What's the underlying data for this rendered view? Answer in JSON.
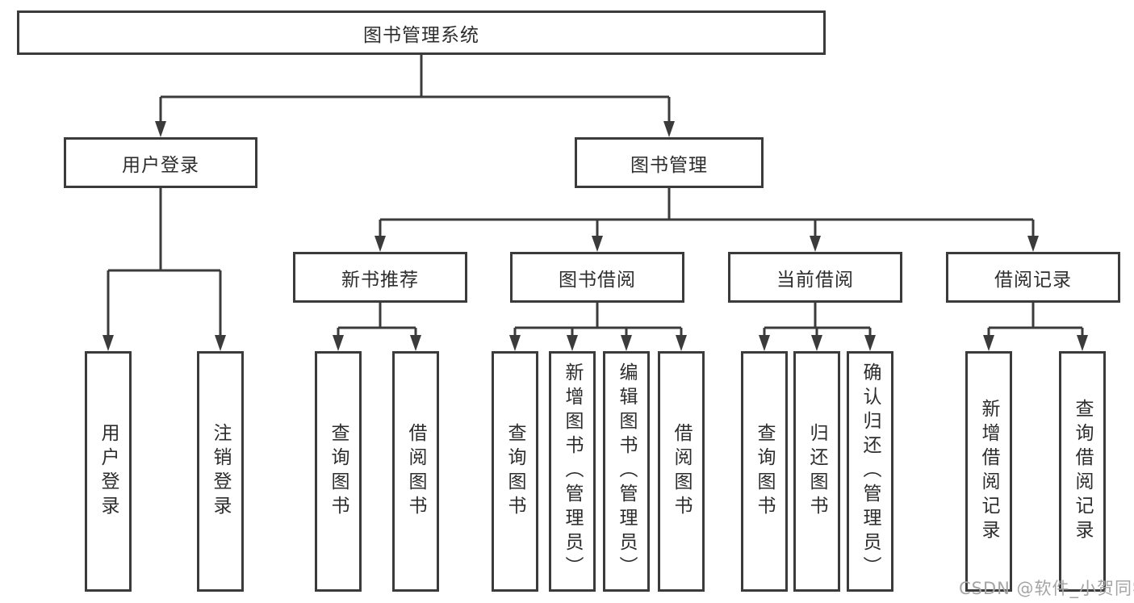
{
  "diagram": {
    "root": {
      "label": "图书管理系统"
    },
    "level1": {
      "user_login": {
        "label": "用户登录"
      },
      "book_management": {
        "label": "图书管理"
      }
    },
    "level2": {
      "new_book_recommendation": {
        "label": "新书推荐"
      },
      "book_borrowing": {
        "label": "图书借阅"
      },
      "current_borrowing": {
        "label": "当前借阅"
      },
      "borrowing_records": {
        "label": "借阅记录"
      }
    },
    "leaves": {
      "user_login": {
        "label": "用户登录"
      },
      "logout": {
        "label": "注销登录"
      },
      "recommend_query_books": {
        "label": "查询图书"
      },
      "recommend_borrow_books": {
        "label": "借阅图书"
      },
      "borrowing_query_books": {
        "label": "查询图书"
      },
      "borrowing_add_books": {
        "label": "新增图书（管理员）"
      },
      "borrowing_edit_books": {
        "label": "编辑图书（管理员）"
      },
      "borrowing_borrow_books": {
        "label": "借阅图书"
      },
      "current_query_books": {
        "label": "查询图书"
      },
      "current_return_books": {
        "label": "归还图书"
      },
      "current_confirm_return": {
        "label": "确认归还（管理员）"
      },
      "records_add_record": {
        "label": "新增借阅记录"
      },
      "records_query_record": {
        "label": "查询借阅记录"
      }
    },
    "watermark": "CSDN @软件_小贺同学",
    "colors": {
      "line": "#3b3b3b",
      "text": "#2d2d2d",
      "watermark_color": "#a5a5a5",
      "background": "#ffffff"
    }
  }
}
